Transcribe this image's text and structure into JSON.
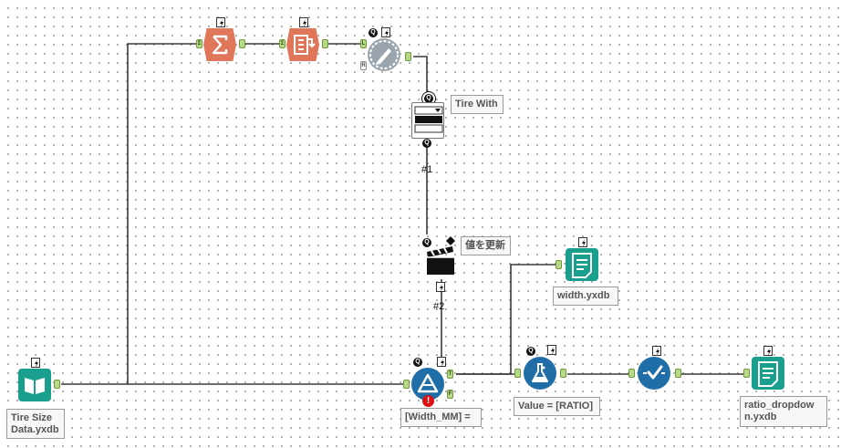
{
  "canvas": {
    "background": "#ffffff",
    "wire_color": "#3a3a3a"
  },
  "tools": {
    "input": {
      "name": "input-data-tool",
      "icon": "book-icon",
      "color": "#1a9f8f",
      "label": "Tire Size Data.yxdb"
    },
    "summarize": {
      "name": "summarize-tool",
      "icon": "sigma-icon",
      "color": "#e0775a",
      "label": ""
    },
    "crosstab": {
      "name": "crosstab-tool",
      "icon": "crosstab-icon",
      "color": "#e0775a",
      "label": ""
    },
    "macro_input": {
      "name": "macro-tool",
      "icon": "gear-pencil-icon",
      "color": "#9aa4ad",
      "label": ""
    },
    "dropdown": {
      "name": "dropdown-interface-tool",
      "icon": "dropdown-icon",
      "color": "#ffffff",
      "label": "Tire With"
    },
    "action": {
      "name": "action-tool",
      "icon": "clapperboard-icon",
      "color": "#111111",
      "label": "値を更新"
    },
    "filter": {
      "name": "filter-tool",
      "icon": "filter-triangle-icon",
      "color": "#1f6ea8",
      "label": "[Width_MM] ="
    },
    "output_width": {
      "name": "output-width-tool",
      "icon": "output-list-icon",
      "color": "#1a9f8f",
      "label": "width.yxdb"
    },
    "formula": {
      "name": "formula-tool",
      "icon": "flask-icon",
      "color": "#1f6ea8",
      "label": "Value = [RATIO]"
    },
    "select": {
      "name": "select-tool",
      "icon": "checkmark-wave-icon",
      "color": "#1f6ea8",
      "label": ""
    },
    "output_ratio": {
      "name": "output-ratio-tool",
      "icon": "output-list-icon",
      "color": "#1a9f8f",
      "label": "ratio_dropdown.yxdb"
    }
  },
  "connection_labels": {
    "dropdown_to_action": "#1",
    "action_to_filter": "#2"
  },
  "anchors": {
    "sum_in": "Σ",
    "crosstab_in": "Σ",
    "macro_in_L": "L",
    "macro_in_R": "R",
    "filter_in": "",
    "filter_true": "T",
    "filter_false": "F"
  },
  "badges": {
    "q": "Q",
    "error": "!"
  }
}
